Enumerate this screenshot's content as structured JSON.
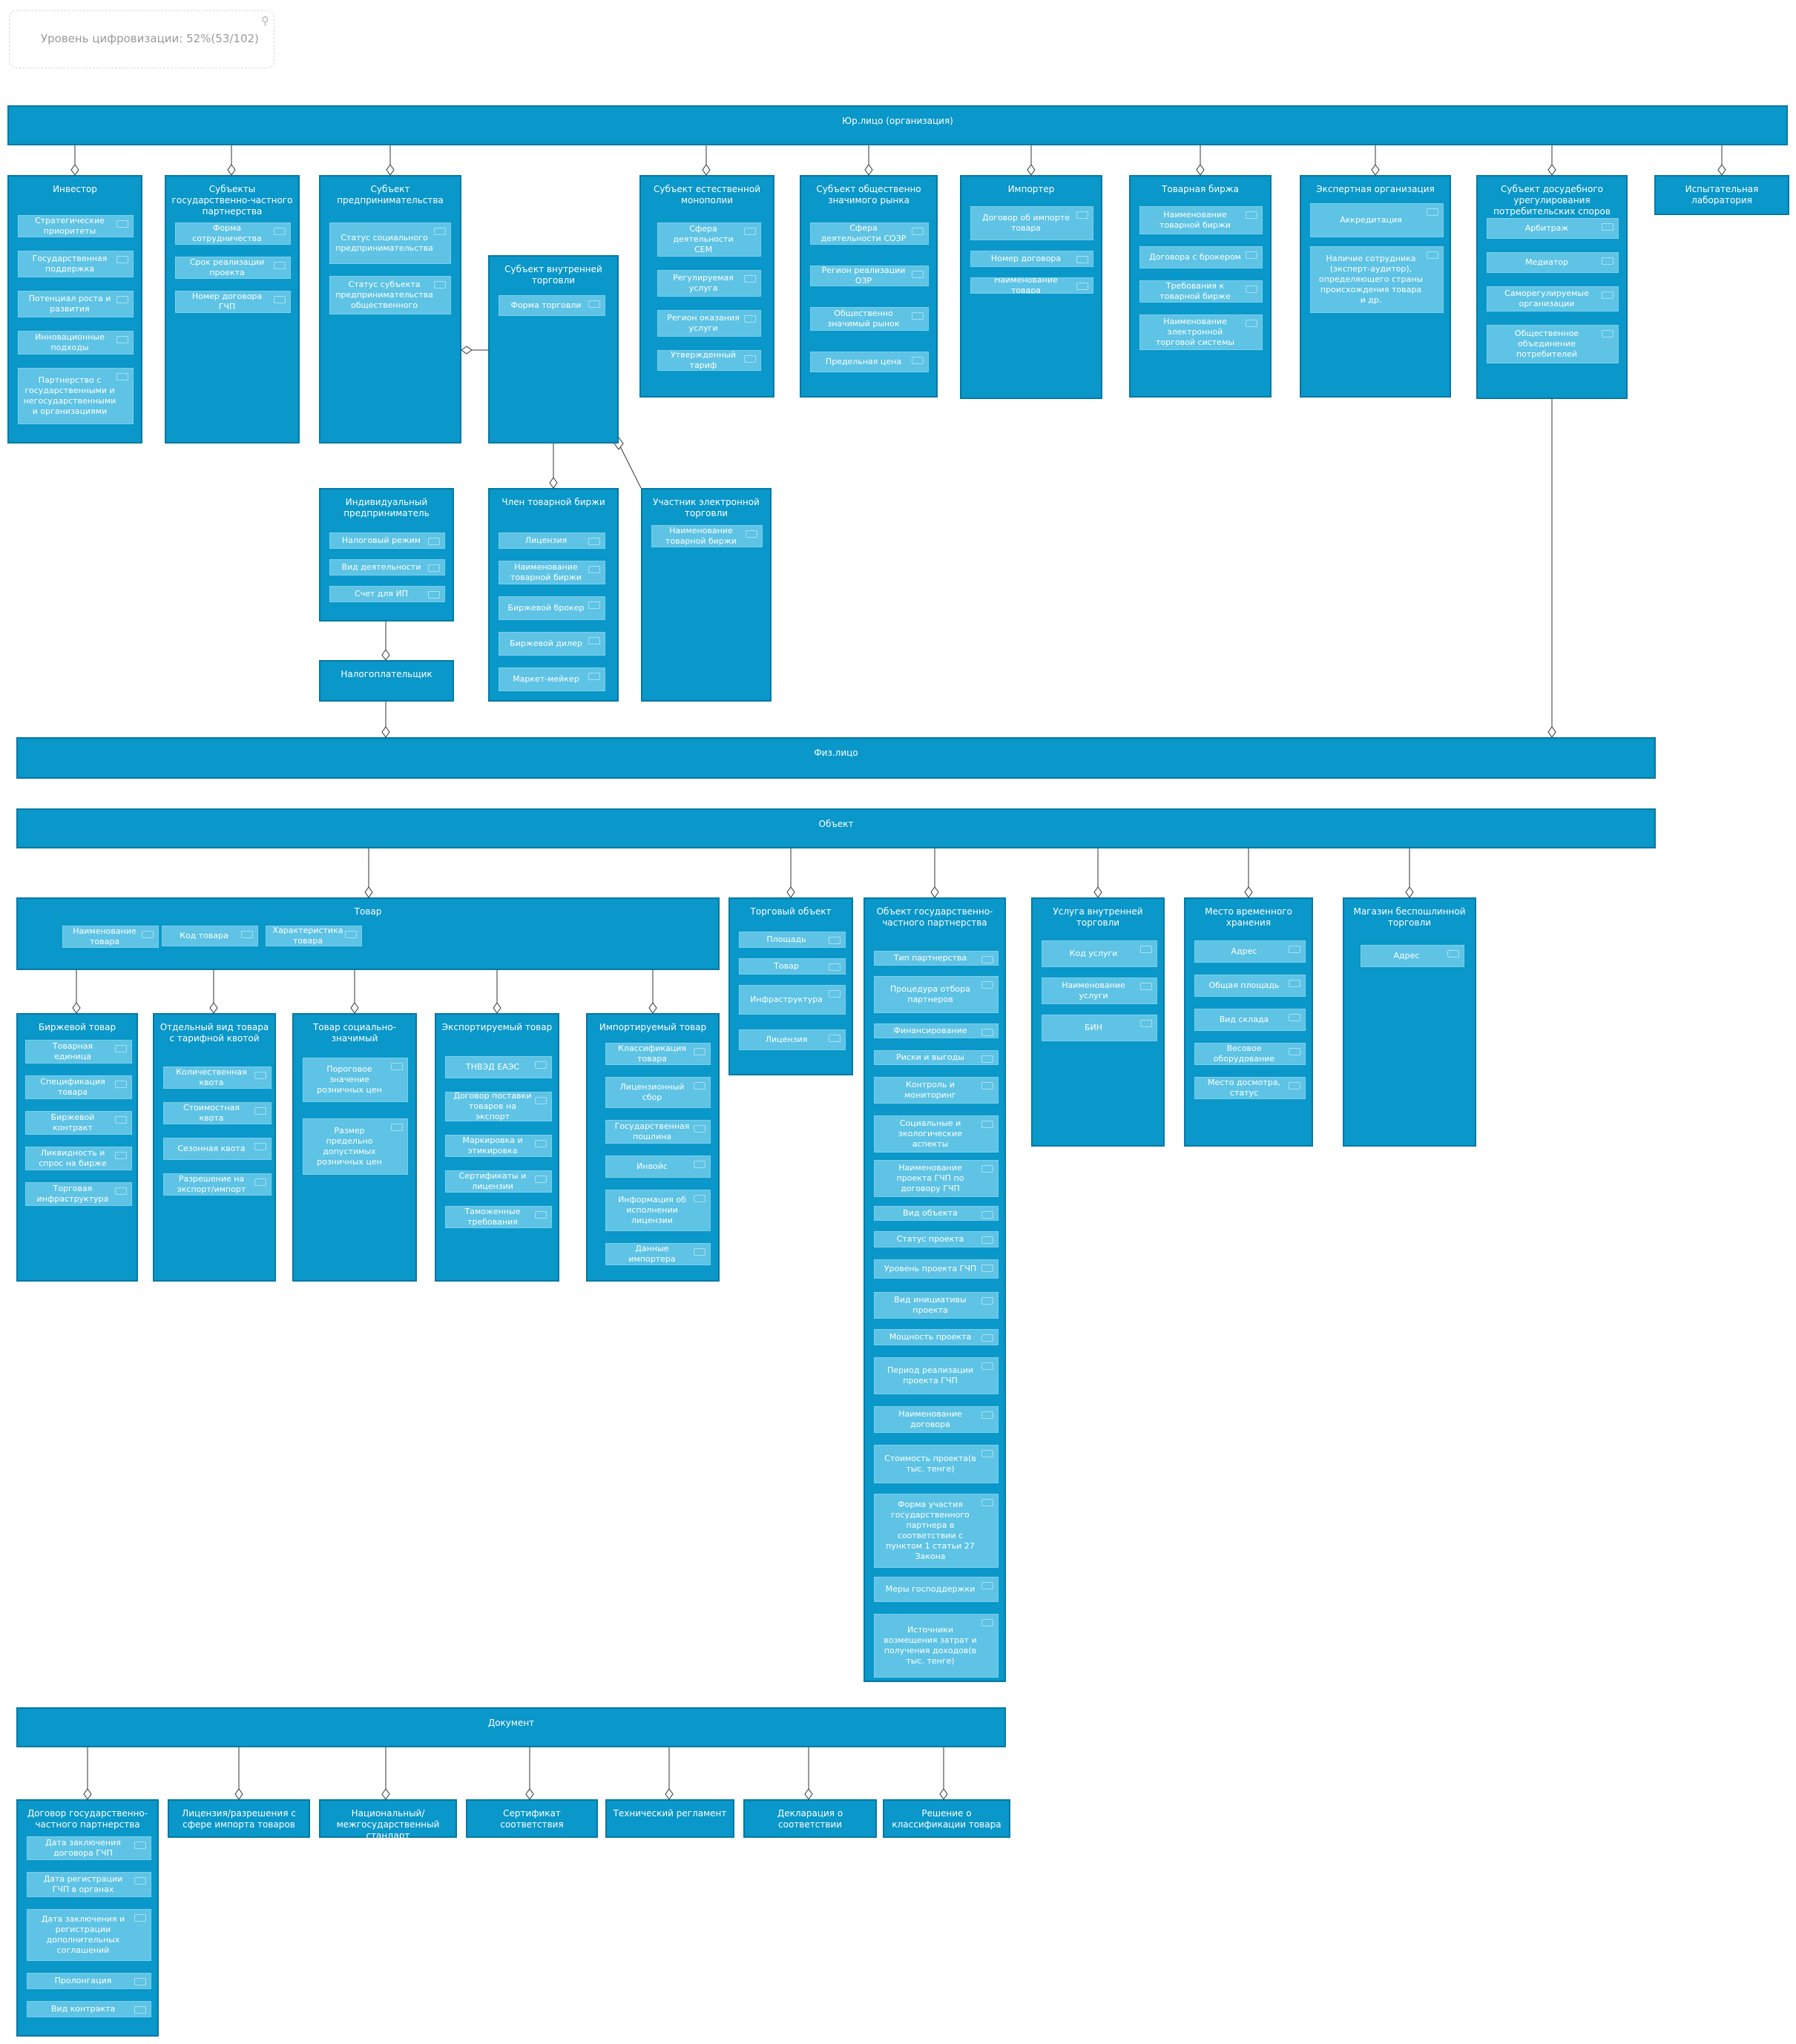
{
  "search": {
    "label": "Уровень цифровизации: 52%(53/102)",
    "icon": "search-icon"
  },
  "colors": {
    "entity": "#0a97c9",
    "attribute": "#5ec3e4",
    "line": "#333333"
  },
  "entities": [
    {
      "id": "jur",
      "title": "Юр.лицо (организация)",
      "attrs": []
    },
    {
      "id": "investor",
      "title": "Инвестор",
      "attrs": [
        "Стратегические приоритеты",
        "Государственная поддержка",
        "Потенциал роста и развития",
        "Инновационные подходы",
        "Партнерство с государственными и негосударственными и организациями"
      ]
    },
    {
      "id": "gchp",
      "title": "Субъекты государственно-частного партнерства",
      "attrs": [
        "Форма сотрудничества",
        "Срок реализации проекта",
        "Номер договора ГЧП"
      ]
    },
    {
      "id": "sp",
      "title": "Субъект предпринимательства",
      "attrs": [
        "Статус социального предпринимательства",
        "Статус субъекта предпринимательства общественного"
      ]
    },
    {
      "id": "svt",
      "title": "Субъект внутренней торговли",
      "attrs": [
        "Форма торговли"
      ]
    },
    {
      "id": "sem",
      "title": "Субъект естественной монополии",
      "attrs": [
        "Сфера деятельности СЕМ",
        "Регулируемая услуга",
        "Регион оказания услуги",
        "Утвержденный тариф"
      ]
    },
    {
      "id": "szr",
      "title": "Субъект общественно значимого рынка",
      "attrs": [
        "Сфера деятельности СОЗР",
        "Регион реализации ОЗР",
        "Общественно значимый рынок",
        "Предельная цена"
      ]
    },
    {
      "id": "importer",
      "title": "Импортер",
      "attrs": [
        "Договор об импорте товара",
        "Номер договора",
        "Наименование товара"
      ]
    },
    {
      "id": "birzha",
      "title": "Товарная биржа",
      "attrs": [
        "Наименование товарной биржи",
        "Договора с брокером",
        "Требования к товарной бирже",
        "Наименование электронной торговой системы"
      ]
    },
    {
      "id": "expert",
      "title": "Экспертная организация",
      "attrs": [
        "Аккредитация",
        "Наличие сотрудника (эксперт-аудитор), определяющего страны происхождения товара и др."
      ]
    },
    {
      "id": "dosud",
      "title": "Субъект досудебного урегулирования потребительских споров",
      "attrs": [
        "Арбитраж",
        "Медиатор",
        "Саморегулируемые организации",
        "Общественное объединение потребителей"
      ]
    },
    {
      "id": "lab",
      "title": "Испытательная лаборатория",
      "attrs": []
    },
    {
      "id": "ip",
      "title": "Индивидуальный предприниматель",
      "attrs": [
        "Налоговый режим",
        "Вид деятельности",
        "Счет для ИП"
      ]
    },
    {
      "id": "member",
      "title": "Член товарной биржи",
      "attrs": [
        "Лицензия",
        "Наименование товарной биржи",
        "Биржевой брокер",
        "Биржевой дилер",
        "Маркет-мейкер"
      ]
    },
    {
      "id": "etp",
      "title": "Участник электронной торговли",
      "attrs": [
        "Наименование товарной биржи"
      ]
    },
    {
      "id": "tax",
      "title": "Налогоплательщик",
      "attrs": []
    },
    {
      "id": "fiz",
      "title": "Физ.лицо",
      "attrs": []
    },
    {
      "id": "object",
      "title": "Объект",
      "attrs": []
    },
    {
      "id": "tovar",
      "title": "Товар",
      "attrs": [
        "Наименование товара",
        "Код товара",
        "Характеристика товара"
      ]
    },
    {
      "id": "torg",
      "title": "Торговый объект",
      "attrs": [
        "Площадь",
        "Товар",
        "Инфраструктура",
        "Лицензия"
      ]
    },
    {
      "id": "objgchp",
      "title": "Объект государственно-частного партнерства",
      "attrs": [
        "Тип партнерства",
        "Процедура отбора партнеров",
        "Финансирование",
        "Риски и выгоды",
        "Контроль и мониторинг",
        "Социальные и экологические аспекты",
        "Наименование проекта ГЧП по договору ГЧП",
        "Вид объекта",
        "Статус проекта",
        "Уровень проекта ГЧП",
        "Вид инициативы проекта",
        "Мощность проекта",
        "Период реализации проекта ГЧП",
        "Наименование договора",
        "Стоимость проекта(в тыс. тенге)",
        "Форма участия государственного партнера в соответствии с пунктом 1 статьи 27 Закона",
        "Меры господдержки",
        "Источники возмещения затрат и получения доходов(в тыс. тенге)"
      ]
    },
    {
      "id": "usluga",
      "title": "Услуга внутренней торговли",
      "attrs": [
        "Код услуги",
        "Наименование услуги",
        "БИН"
      ]
    },
    {
      "id": "svh",
      "title": "Место временного хранения",
      "attrs": [
        "Адрес",
        "Общая площадь",
        "Вид склада",
        "Весовое оборудование",
        "Место досмотра, статус"
      ]
    },
    {
      "id": "duty",
      "title": "Магазин беспошлинной торговли",
      "attrs": [
        "Адрес"
      ]
    },
    {
      "id": "birzhtov",
      "title": "Биржевой товар",
      "attrs": [
        "Товарная единица",
        "Спецификация товара",
        "Биржевой контракт",
        "Ликвидность и спрос на бирже",
        "Торговая инфраструктура"
      ]
    },
    {
      "id": "kvota",
      "title": "Отдельный вид товара с тарифной квотой",
      "attrs": [
        "Количественная квота",
        "Стоимостная квота",
        "Сезонная квота",
        "Разрешение на экспорт/импорт"
      ]
    },
    {
      "id": "social",
      "title": "Товар социально-значимый",
      "attrs": [
        "Пороговое значение розничных цен",
        "Размер предельно допустимых розничных цен"
      ]
    },
    {
      "id": "export",
      "title": "Экспортируемый товар",
      "attrs": [
        "ТНВЭД ЕАЭС",
        "Договор поставки товаров на экспорт",
        "Маркировка и этикировка",
        "Сертификаты и лицензии",
        "Таможенные требования"
      ]
    },
    {
      "id": "import",
      "title": "Импортируемый товар",
      "attrs": [
        "Классификация товара",
        "Лицензионный сбор",
        "Государственная пошлина",
        "Инвойс",
        "Информация об исполнении лицензии",
        "Данные импортера"
      ]
    },
    {
      "id": "doc",
      "title": "Документ",
      "attrs": []
    },
    {
      "id": "dgchp",
      "title": "Договор государственно-частного партнерства",
      "attrs": [
        "Дата заключения договора ГЧП",
        "Дата регистрации ГЧП в органах",
        "Дата заключения и регистрации дополнительных соглашений",
        "Пролонгация",
        "Вид контракта"
      ]
    },
    {
      "id": "license",
      "title": "Лицензия/разрешения с сфере импорта товаров",
      "attrs": []
    },
    {
      "id": "standard",
      "title": "Национальный/межгосударственный стандарт",
      "attrs": []
    },
    {
      "id": "cert",
      "title": "Сертификат соответствия",
      "attrs": []
    },
    {
      "id": "reglament",
      "title": "Технический регламент",
      "attrs": []
    },
    {
      "id": "decl",
      "title": "Декларация о соответствии",
      "attrs": []
    },
    {
      "id": "classif",
      "title": "Решение о классификации товара",
      "attrs": []
    }
  ]
}
